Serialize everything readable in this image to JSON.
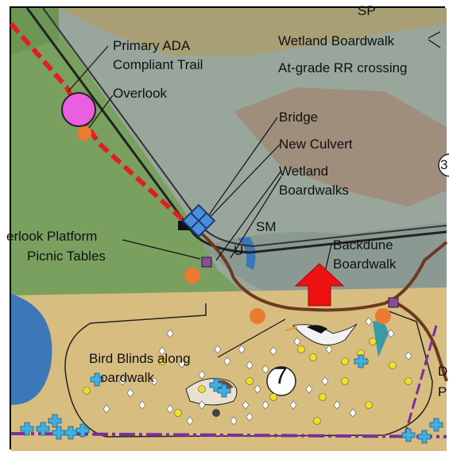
{
  "labels": {
    "sp": "SP",
    "primary_ada_trail": "Primary ADA",
    "primary_ada_trail_2": "Compliant Trail",
    "overlook": "Overlook",
    "wetland_boardwalk": "Wetland Boardwalk",
    "rr_crossing": "At-grade RR crossing",
    "bridge": "Bridge",
    "new_culvert": "New Culvert",
    "wetland_boardwalks": "Wetland",
    "wetland_boardwalks_2": "Boardwalks",
    "sm": "SM",
    "u": "U",
    "overlook_platform": "erlook Platform",
    "picnic_tables": "Picnic Tables",
    "backdune_boardwalk": "Backdune",
    "backdune_boardwalk_2": "Boardwalk",
    "bird_blinds": "Bird Blinds along",
    "bird_blinds_2": "oardwalk",
    "site_number": "7",
    "edge_number": "3",
    "edge_d": "D",
    "edge_p": "P"
  },
  "colors": {
    "grass": "#7aa060",
    "wetland": "#98a69c",
    "mud": "#a08e7c",
    "sand": "#d8bd80",
    "water": "#3c78b8",
    "trail_red": "#e02020",
    "boardwalk": "#6b3a1e",
    "overlook_marker": "#ec7a30",
    "magenta_marker": "#ea5ee0",
    "bird_blind_cross": "#40b0e0",
    "purple_line": "#7a2f9a",
    "arrow": "#ee1111"
  }
}
